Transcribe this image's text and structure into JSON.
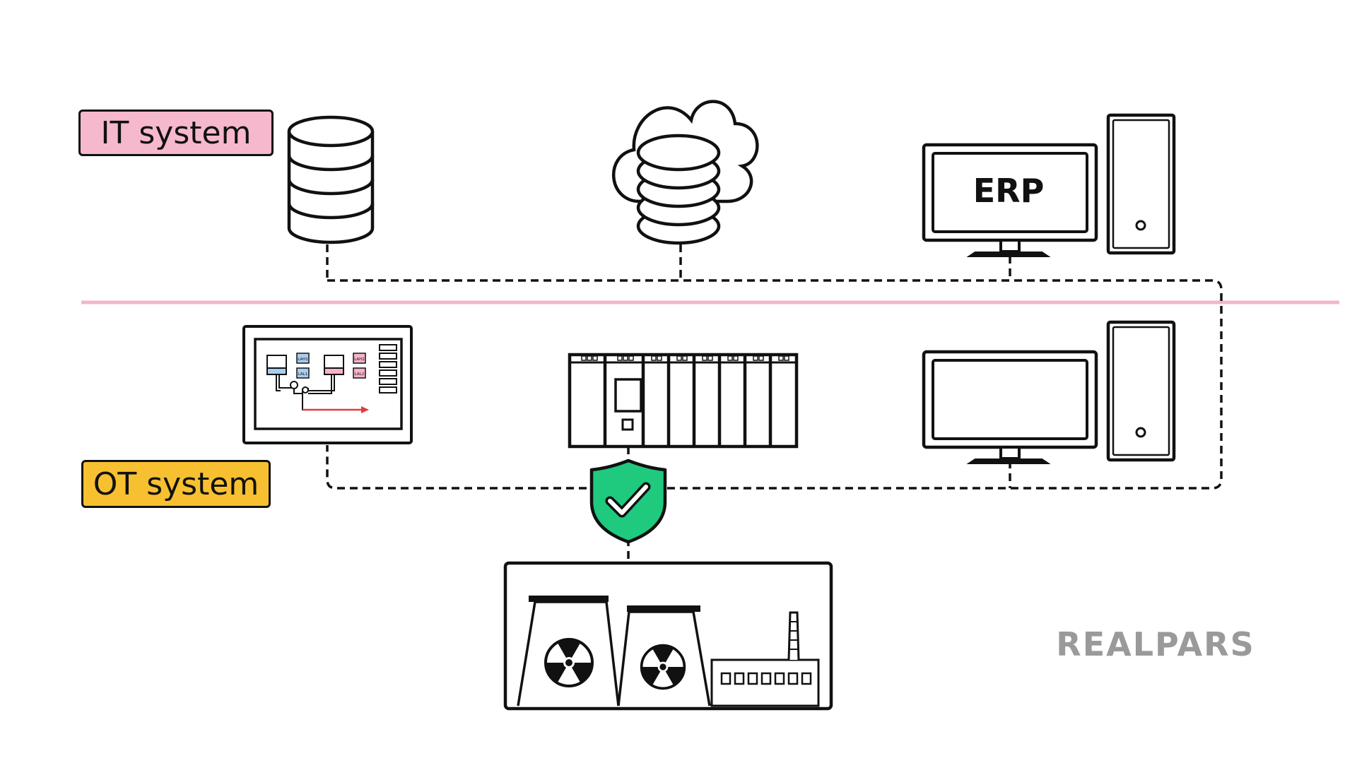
{
  "labels": {
    "it_system": "IT system",
    "ot_system": "OT system"
  },
  "erp": {
    "label": "ERP"
  },
  "hmi": {
    "tags": [
      "LAH1",
      "LAL1",
      "LAH2",
      "LAL2"
    ]
  },
  "logo": {
    "text": "REALPARS"
  },
  "colors": {
    "it_label": "#f6b8cd",
    "ot_label": "#f7c030",
    "divider": "#f2b6c8",
    "shield": "#1fc97e",
    "hmi_blue": "#a9cdef",
    "hmi_pink": "#f5b4c8",
    "flow_arrow": "#e23b3b",
    "logo": "#9a9a9a"
  },
  "icons": {
    "it_row": [
      "database-icon",
      "cloud-database-icon",
      "erp-workstation-icon"
    ],
    "ot_row": [
      "hmi-panel-icon",
      "plc-rack-icon",
      "workstation-icon"
    ],
    "security": "shield-check-icon",
    "plant": "nuclear-plant-icon"
  }
}
